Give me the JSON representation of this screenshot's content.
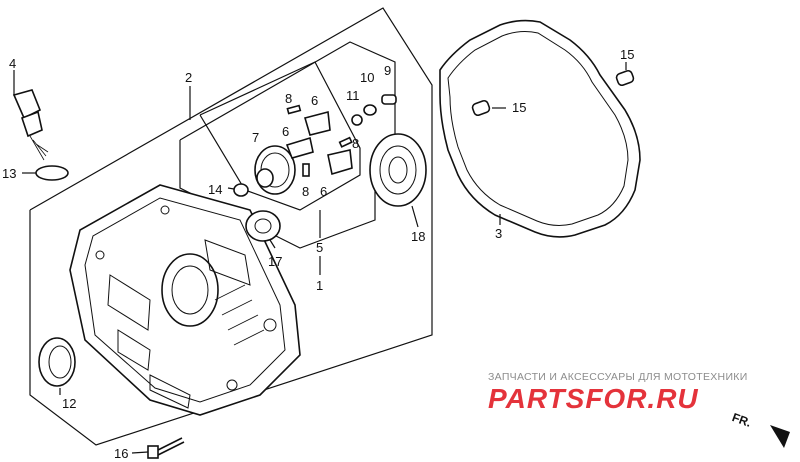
{
  "callouts": {
    "c1": "1",
    "c2": "2",
    "c3": "3",
    "c4": "4",
    "c5": "5",
    "c6a": "6",
    "c6b": "6",
    "c6c": "6",
    "c7": "7",
    "c8a": "8",
    "c8b": "8",
    "c8c": "8",
    "c9": "9",
    "c10": "10",
    "c11": "11",
    "c12": "12",
    "c13": "13",
    "c14": "14",
    "c15a": "15",
    "c15b": "15",
    "c16": "16",
    "c17": "17",
    "c18": "18"
  },
  "watermark": {
    "tagline": "ЗАПЧАСТИ И АКСЕССУАРЫ ДЛЯ МОТОТЕХНИКИ",
    "logo": "PARTSFOR.RU"
  },
  "direction": {
    "label": "FR."
  },
  "colors": {
    "line": "#111111",
    "logo": "#e0101a",
    "tagline": "#8c8c8c"
  }
}
